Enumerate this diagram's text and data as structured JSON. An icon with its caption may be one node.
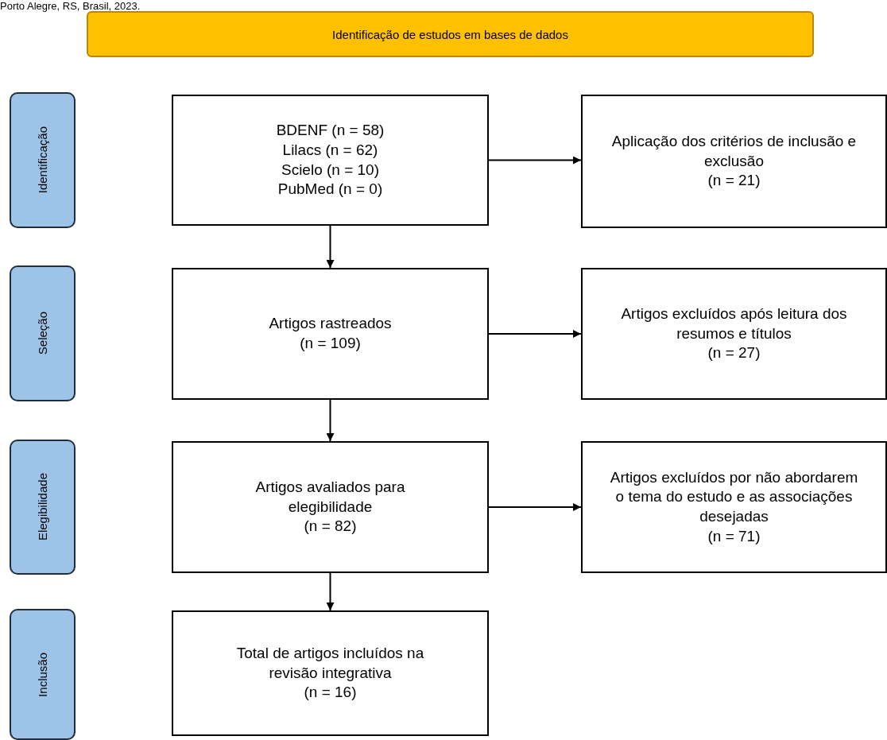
{
  "diagram": {
    "nodes": [
      {
        "text": [
          "Identificação de estudos em bases de dados"
        ]
      },
      {
        "text": [
          "Identificação"
        ]
      },
      {
        "text": [
          "BDENF (n = 58)",
          "Lilacs (n = 62)",
          "Scielo (n = 10)",
          "PubMed (n = 0)"
        ]
      },
      {
        "text": [
          "Aplicação dos critérios de inclusão e exclusão",
          "(n = 21)"
        ]
      },
      {
        "text": [
          "Seleção"
        ]
      },
      {
        "text": [
          "Artigos rastreados",
          "(n = 109)"
        ]
      },
      {
        "text": [
          "Artigos excluídos após leitura dos resumos e títulos",
          "(n = 27)"
        ]
      },
      {
        "text": [
          "Elegibilidade"
        ]
      },
      {
        "text": [
          "Artigos avaliados para elegibilidade",
          "(n = 82)"
        ]
      },
      {
        "text": [
          "Artigos excluídos por não abordarem o tema do estudo e as associações desejadas",
          "(n = 71)"
        ]
      },
      {
        "text": [
          "Inclusão"
        ]
      },
      {
        "text": [
          "Total de artigos incluídos na revisão integrativa",
          "(n = 16)"
        ]
      }
    ],
    "edges": [
      {
        "from": 2,
        "to": 3,
        "arrow": "to"
      },
      {
        "from": 2,
        "to": 5,
        "arrow": "to"
      },
      {
        "from": 5,
        "to": 6,
        "arrow": "to"
      },
      {
        "from": 5,
        "to": 8,
        "arrow": "to"
      },
      {
        "from": 8,
        "to": 9,
        "arrow": "to"
      },
      {
        "from": 8,
        "to": 11,
        "arrow": "to"
      }
    ],
    "labels": [
      "Porto Alegre, RS, Brasil, 2023."
    ]
  }
}
